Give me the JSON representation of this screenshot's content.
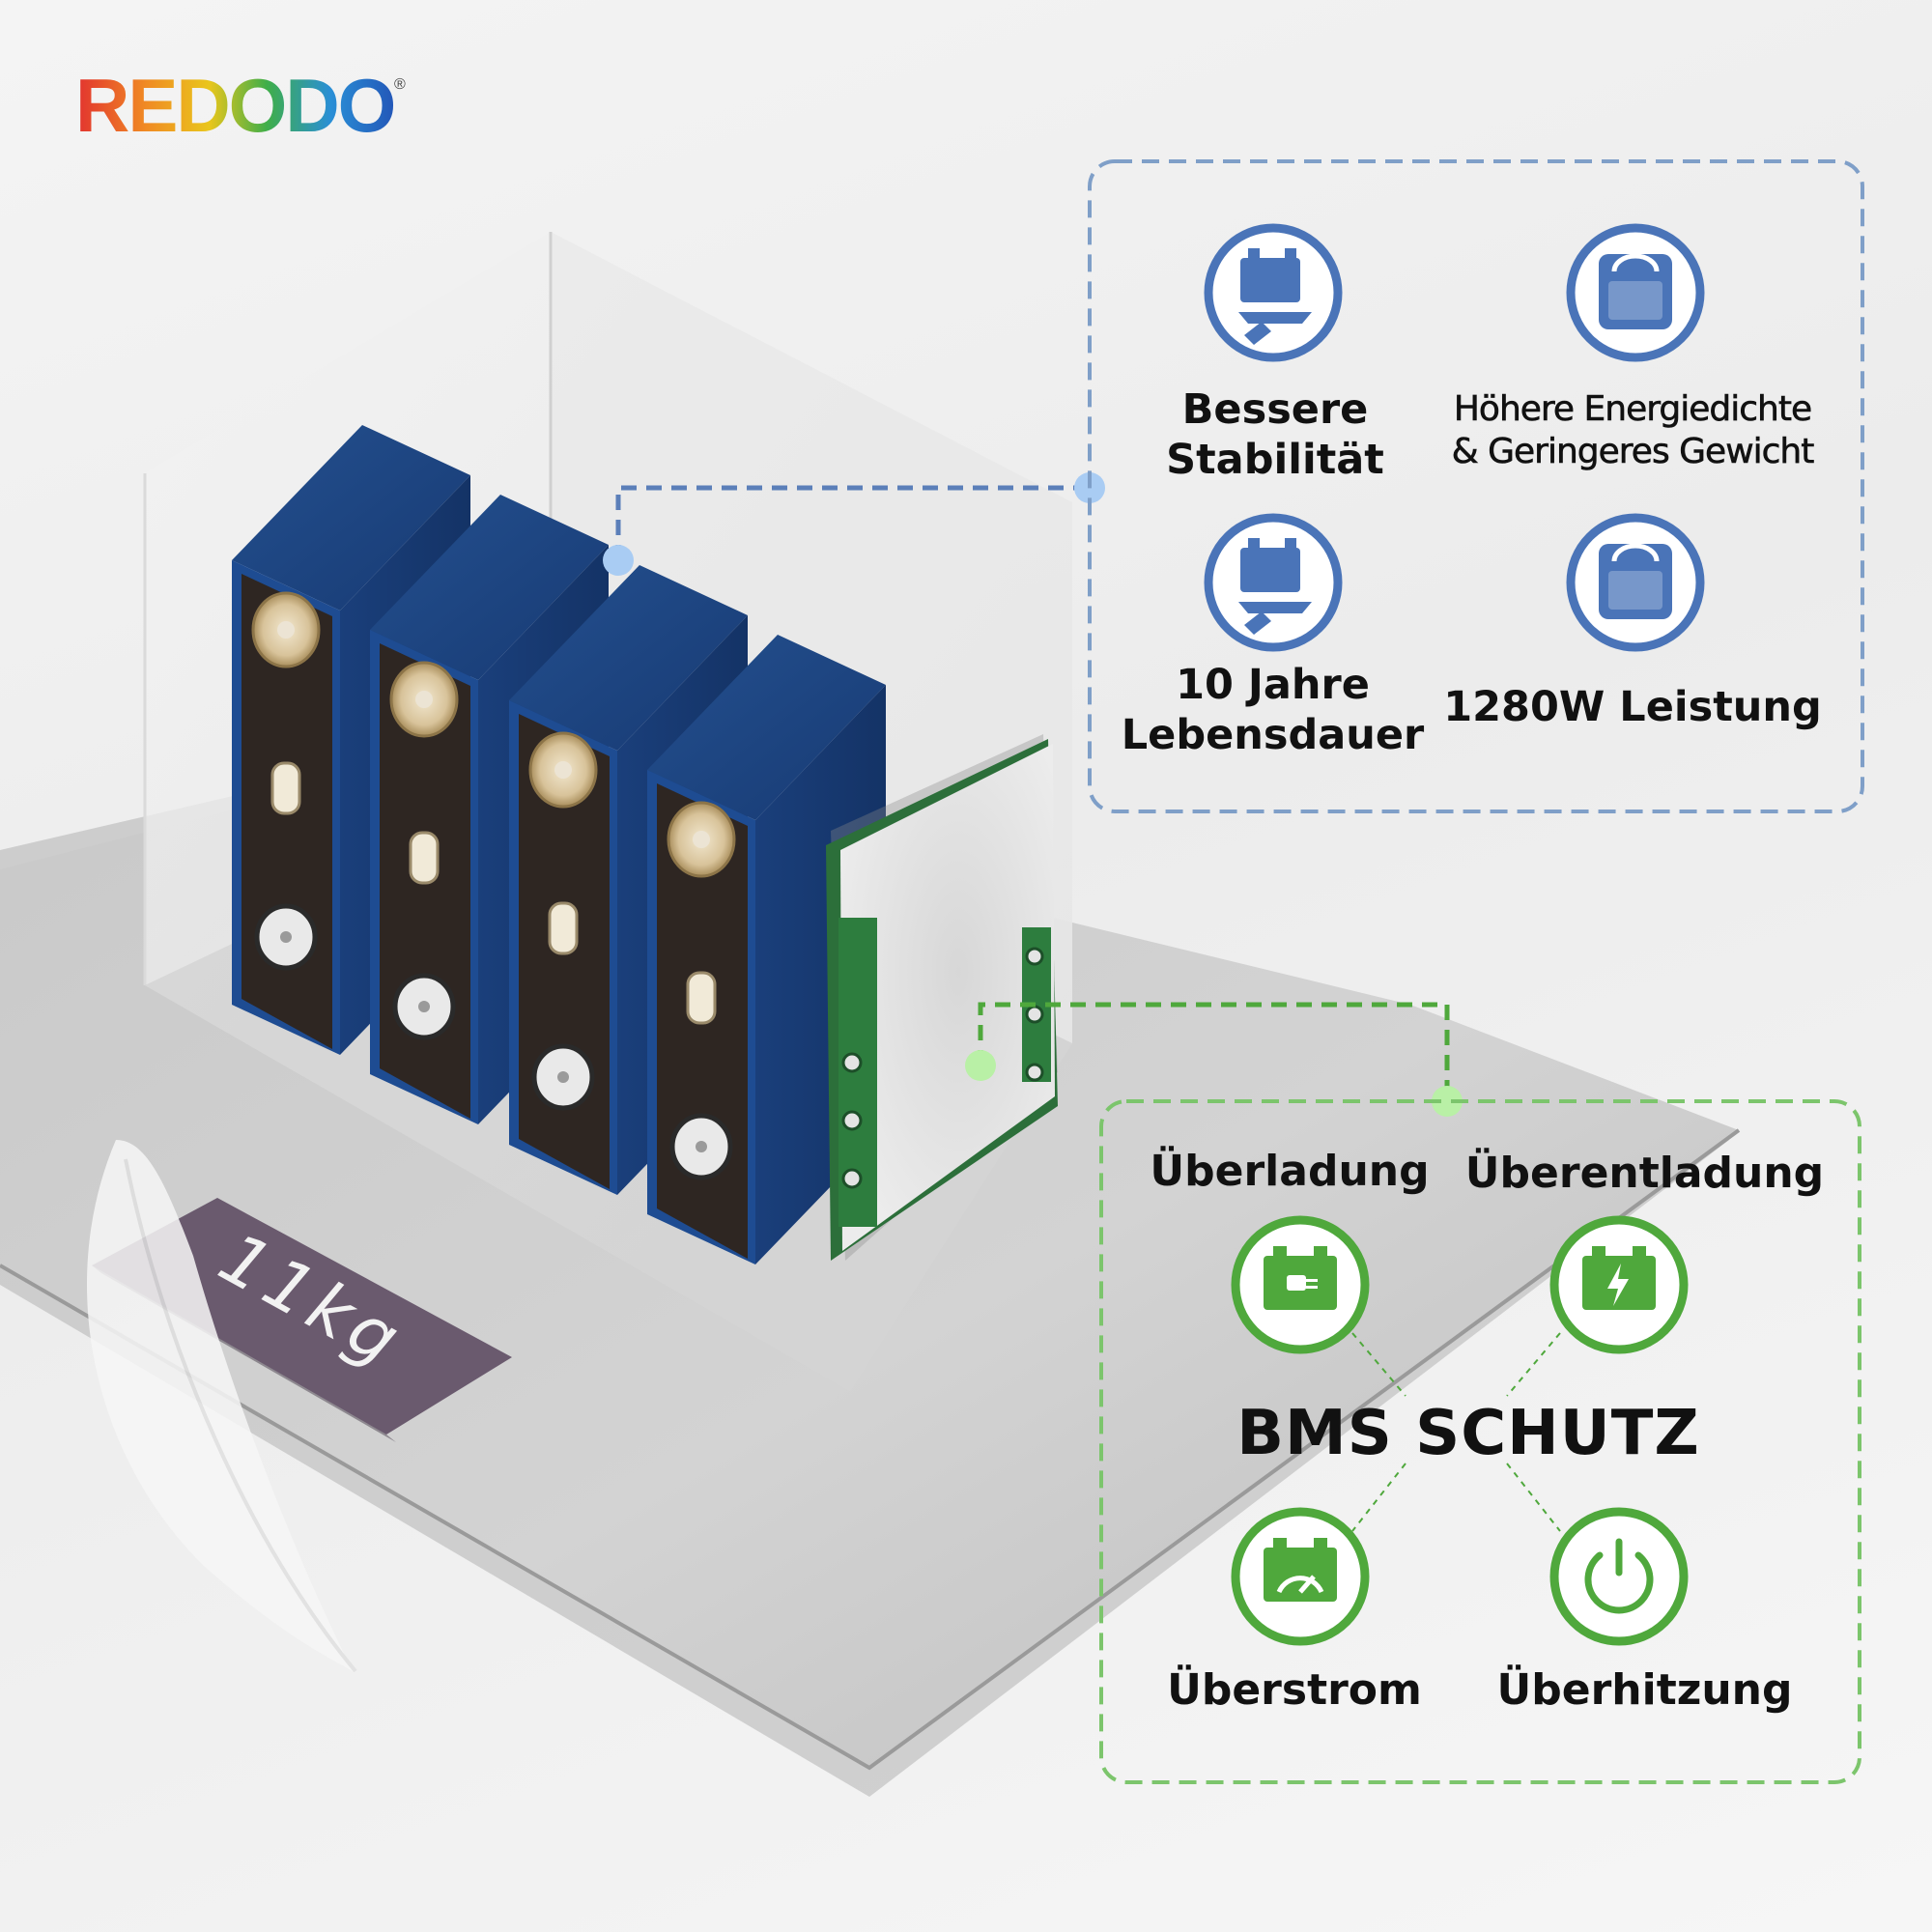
{
  "brand": {
    "name": "REDODO",
    "registered": "®"
  },
  "weight": {
    "value": "11kg"
  },
  "features": {
    "stability": "Bessere\nStabilität",
    "energy_density": "Höhere Energiedichte\n& Geringeres Gewicht",
    "lifespan": "10 Jahre\nLebensdauer",
    "power": "1280W Leistung"
  },
  "bms": {
    "title": "BMS SCHUTZ",
    "overcharge": "Überladung",
    "overdischarge": "Überentladung",
    "overcurrent": "Überstrom",
    "overheat": "Überhitzung"
  },
  "colors": {
    "blue_accent": "#4a74b8",
    "blue_dash": "#7f9fc8",
    "green_accent": "#4fa83c",
    "green_dash": "#7cc56c",
    "cell_blue": "#1b3f7e",
    "scale_label_bg": "#6a5a6e"
  }
}
